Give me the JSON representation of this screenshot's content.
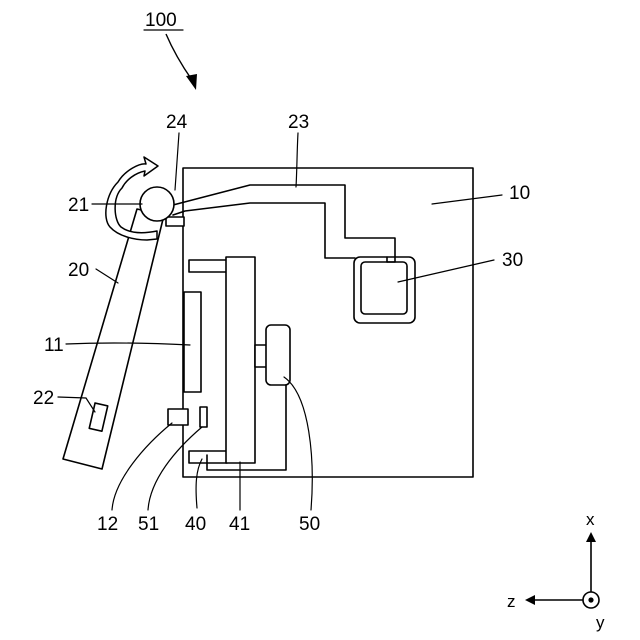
{
  "figure_number": "100",
  "labels": {
    "body": "10",
    "body_side": "11",
    "sensor_12": "12",
    "cover": "20",
    "hinge": "21",
    "cover_part": "22",
    "cable": "23",
    "hinge_edge": "24",
    "module_30": "30",
    "part_40": "40",
    "board_41": "41",
    "part_50": "50",
    "part_51": "51"
  },
  "axes": {
    "x": "x",
    "y": "y",
    "z": "z"
  }
}
